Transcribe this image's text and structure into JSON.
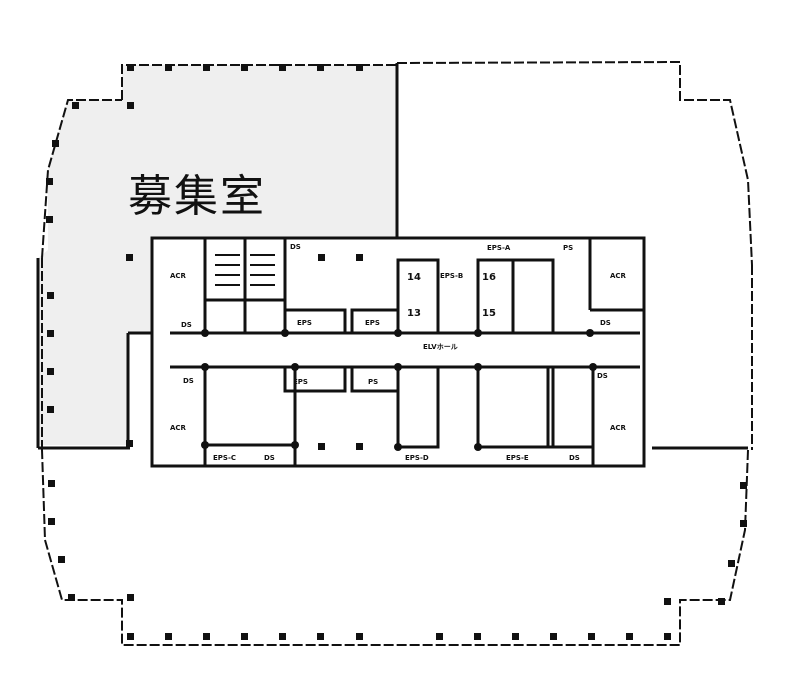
{
  "plan": {
    "highlight_label": "募集室",
    "highlight_color": "#efefef",
    "wall_color": "#111111",
    "core_labels": {
      "acr_top_left": "ACR",
      "acr_bottom_left": "ACR",
      "acr_top_right": "ACR",
      "acr_bottom_right": "ACR",
      "ds_1": "DS",
      "ds_2": "DS",
      "ds_3": "DS",
      "ds_4": "DS",
      "ds_5": "DS",
      "ds_6": "DS",
      "ds_7": "DS",
      "eps_1": "EPS",
      "eps_2": "EPS",
      "eps_3": "EPS",
      "ps": "PS",
      "ps_2": "PS",
      "eps_a": "EPS-A",
      "eps_b": "EPS-B",
      "eps_c": "EPS-C",
      "eps_d": "EPS-D",
      "eps_e": "EPS-E",
      "elv_hall": "ELVホール",
      "elv_14": "14",
      "elv_13": "13",
      "elv_16": "16",
      "elv_15": "15"
    }
  }
}
